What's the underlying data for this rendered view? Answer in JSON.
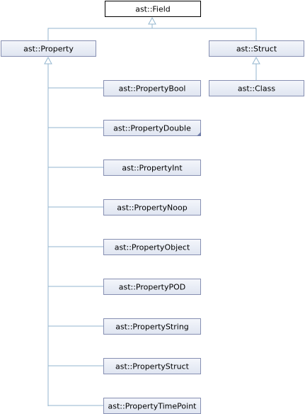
{
  "diagram": {
    "root": {
      "label": "ast::Field"
    },
    "property": {
      "label": "ast::Property"
    },
    "struct": {
      "label": "ast::Struct"
    },
    "class": {
      "label": "ast::Class"
    },
    "property_children": [
      {
        "key": "bool",
        "label": "ast::PropertyBool"
      },
      {
        "key": "double",
        "label": "ast::PropertyDouble"
      },
      {
        "key": "int",
        "label": "ast::PropertyInt"
      },
      {
        "key": "noop",
        "label": "ast::PropertyNoop"
      },
      {
        "key": "object",
        "label": "ast::PropertyObject"
      },
      {
        "key": "pod",
        "label": "ast::PropertyPOD"
      },
      {
        "key": "string",
        "label": "ast::PropertyString"
      },
      {
        "key": "struct",
        "label": "ast::PropertyStruct"
      },
      {
        "key": "timepoint",
        "label": "ast::PropertyTimePoint"
      }
    ]
  }
}
